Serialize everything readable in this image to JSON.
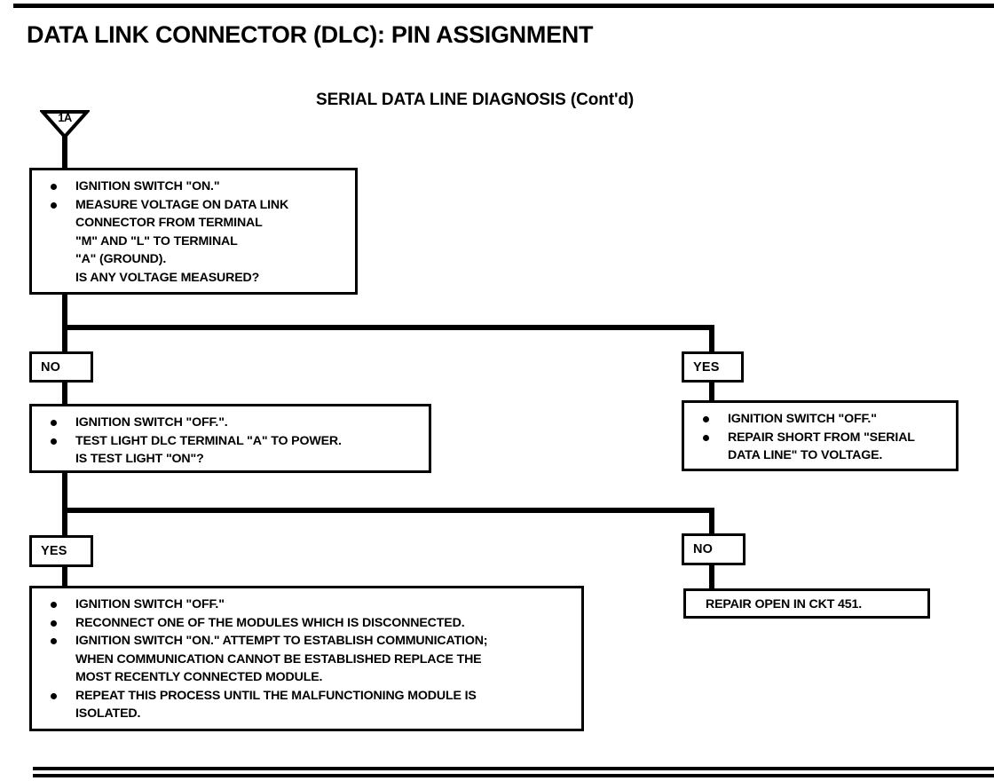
{
  "document": {
    "title": "DATA LINK CONNECTOR (DLC): PIN ASSIGNMENT",
    "subtitle": "SERIAL DATA LINE DIAGNOSIS (Cont'd)"
  },
  "connector": {
    "label": "1A",
    "shape": "inverted-triangle"
  },
  "flow": {
    "step1": {
      "bullets": [
        "IGNITION SWITCH \"ON.\"",
        "MEASURE VOLTAGE ON DATA LINK\nCONNECTOR FROM TERMINAL\n\"M\" AND \"L\" TO TERMINAL\n\"A\" (GROUND).\nIS ANY VOLTAGE MEASURED?"
      ]
    },
    "branch1": {
      "left_label": "NO",
      "right_label": "YES"
    },
    "step2_no": {
      "bullets": [
        "IGNITION SWITCH \"OFF.\".",
        "TEST LIGHT DLC TERMINAL \"A\" TO POWER.\nIS TEST LIGHT \"ON\"?"
      ]
    },
    "step2_yes": {
      "bullets": [
        "IGNITION SWITCH \"OFF.\"",
        "REPAIR SHORT FROM \"SERIAL\nDATA LINE\" TO VOLTAGE."
      ]
    },
    "branch2": {
      "left_label": "YES",
      "right_label": "NO"
    },
    "step3_yes": {
      "bullets": [
        "IGNITION SWITCH \"OFF.\"",
        "RECONNECT ONE OF THE MODULES WHICH IS DISCONNECTED.",
        "IGNITION SWITCH \"ON.\" ATTEMPT TO ESTABLISH COMMUNICATION;\nWHEN COMMUNICATION CANNOT BE ESTABLISHED REPLACE THE\nMOST RECENTLY CONNECTED MODULE.",
        "REPEAT THIS PROCESS UNTIL THE MALFUNCTIONING MODULE IS\nISOLATED."
      ]
    },
    "step3_no": {
      "text": "REPAIR OPEN IN CKT 451."
    }
  },
  "colors": {
    "ink": "#000000",
    "paper": "#ffffff"
  }
}
